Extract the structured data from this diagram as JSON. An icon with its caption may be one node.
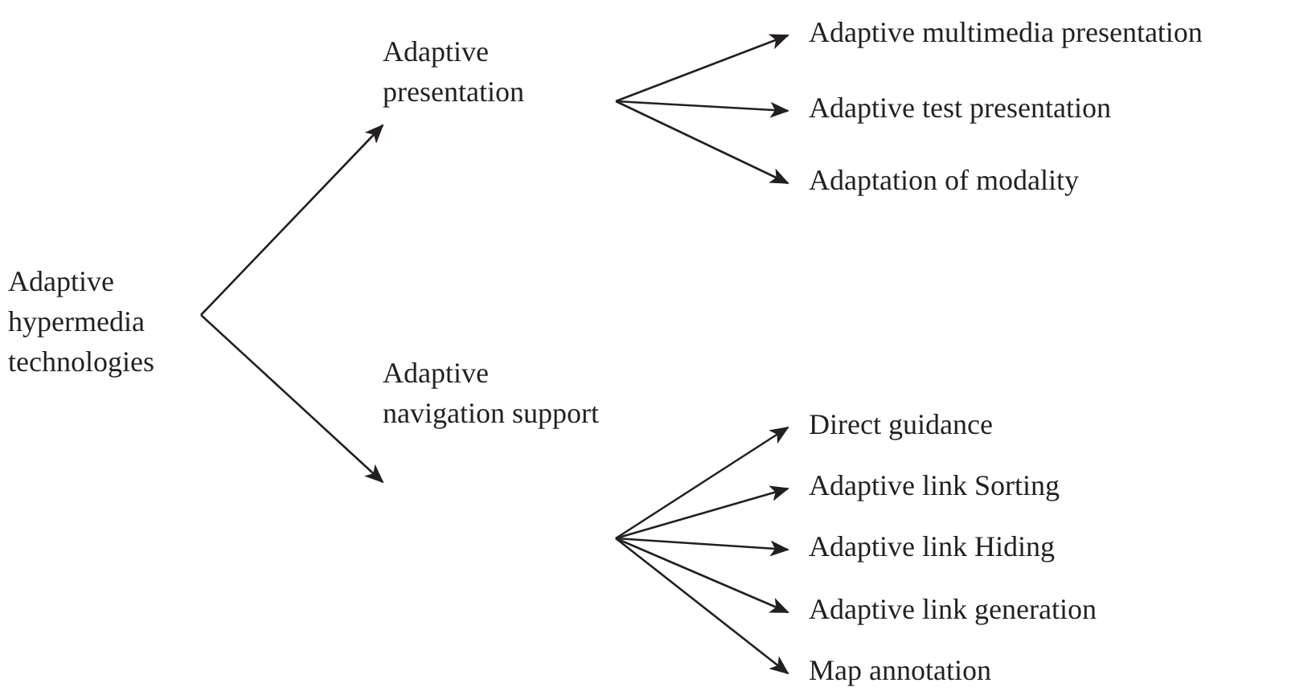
{
  "diagram": {
    "nodes": [
      {
        "text": [
          "Adaptive hypermedia technologies"
        ]
      },
      {
        "text": [
          "Adaptive presentation"
        ]
      },
      {
        "text": [
          "Adaptive multimedia presentation"
        ]
      },
      {
        "text": [
          "Adaptive test presentation"
        ]
      },
      {
        "text": [
          "Adaptation of modality"
        ]
      },
      {
        "text": [
          "Adaptive navigation support"
        ]
      },
      {
        "text": [
          "Direct guidance"
        ]
      },
      {
        "text": [
          "Adaptive link Sorting"
        ]
      },
      {
        "text": [
          "Adaptive link Hiding"
        ]
      },
      {
        "text": [
          "Adaptive link generation"
        ]
      },
      {
        "text": [
          "Map annotation"
        ]
      }
    ],
    "edges": [
      {
        "from": 0,
        "to": 1,
        "arrow": "to"
      },
      {
        "from": 1,
        "to": 2,
        "arrow": "to"
      },
      {
        "from": 1,
        "to": 3,
        "arrow": "to"
      },
      {
        "from": 1,
        "to": 4,
        "arrow": "to"
      },
      {
        "from": 0,
        "to": 5,
        "arrow": "to"
      },
      {
        "from": 5,
        "to": 6,
        "arrow": "to"
      },
      {
        "from": 5,
        "to": 7,
        "arrow": "to"
      },
      {
        "from": 5,
        "to": 8,
        "arrow": "to"
      },
      {
        "from": 5,
        "to": 9,
        "arrow": "to"
      },
      {
        "from": 5,
        "to": 10,
        "arrow": "to"
      }
    ]
  }
}
